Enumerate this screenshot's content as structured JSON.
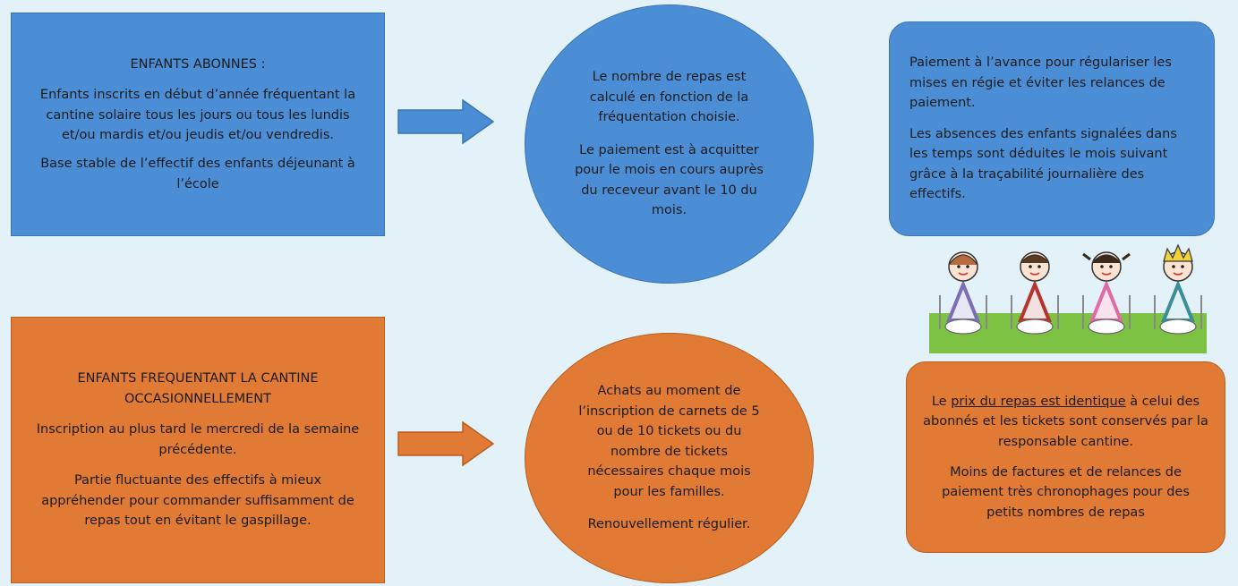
{
  "colors": {
    "blue": "#4b8ed6",
    "orange": "#e07a34",
    "background": "#e3f1f8",
    "table": "#7dc243"
  },
  "top": {
    "box": {
      "title": "ENFANTS ABONNES :",
      "text1": "Enfants inscrits en début d’année fréquentant la cantine solaire tous les jours ou tous les lundis et/ou mardis et/ou jeudis et/ou vendredis.",
      "text2": "Base stable de l’effectif des enfants déjeunant à l’école"
    },
    "circle": {
      "text1": "Le nombre de repas est calculé en fonction de la fréquentation choisie.",
      "text2": "Le paiement est à acquitter pour le mois en cours auprès du receveur avant le 10 du mois."
    },
    "note": {
      "text1": "Paiement à l’avance pour régulariser les mises en régie et éviter les relances de paiement.",
      "text2": "Les absences des enfants signalées dans les temps sont déduites le mois suivant grâce à la traçabilité journalière des effectifs."
    }
  },
  "bottom": {
    "box": {
      "title_line1": "ENFANTS FREQUENTANT LA CANTINE",
      "title_line2": "OCCASIONNELLEMENT",
      "text1": "Inscription au plus tard le mercredi de la semaine précédente.",
      "text2": "Partie fluctuante des effectifs à mieux appréhender pour commander suffisamment de repas tout en évitant le gaspillage."
    },
    "circle": {
      "text1": "Achats au moment de l’inscription de carnets de 5 ou de 10 tickets ou du nombre de tickets nécessaires chaque mois pour les familles.",
      "text2": "Renouvellement régulier."
    },
    "note": {
      "text1_pre": "Le",
      "text1_underlined": "prix du repas est identique",
      "text1_post": "à celui des abonnés et les tickets sont conservés par la responsable cantine.",
      "text2": "Moins de factures et de relances de paiement très chronophages pour des petits nombres de repas"
    }
  },
  "illustration": {
    "name": "children-at-table"
  }
}
